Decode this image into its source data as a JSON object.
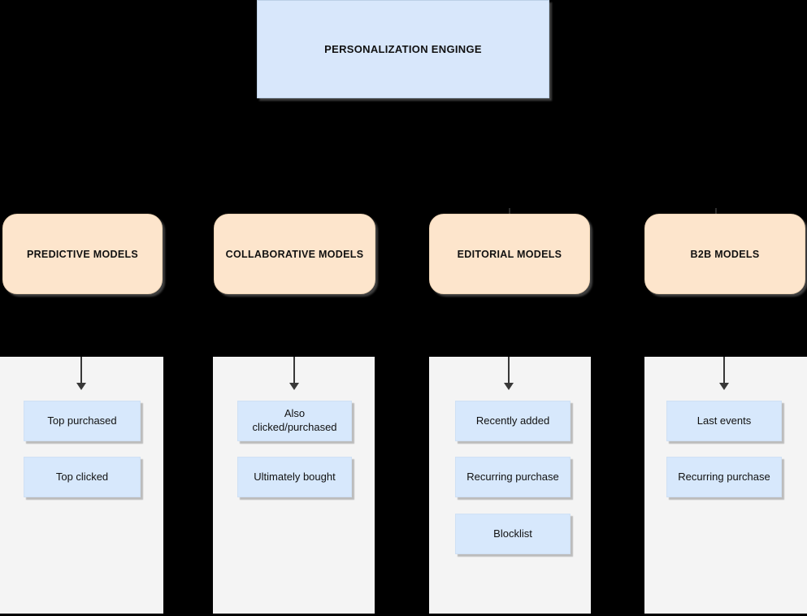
{
  "diagram": {
    "root_label": "PERSONALIZATION ENGINGE",
    "columns": [
      {
        "title": "PREDICTIVE MODELS",
        "children": [
          "Top purchased",
          "Top clicked"
        ]
      },
      {
        "title": "COLLABORATIVE MODELS",
        "children": [
          "Also clicked/purchased",
          "Ultimately bought"
        ]
      },
      {
        "title": "EDITORIAL MODELS",
        "children": [
          "Recently added",
          "Recurring purchase",
          "Blocklist"
        ]
      },
      {
        "title": "B2B MODELS",
        "children": [
          "Last events",
          "Recurring purchase"
        ]
      }
    ],
    "colors": {
      "background": "#000000",
      "root_fill": "#d8e7fb",
      "category_fill": "#fde5cc",
      "child_fill": "#d7e8fc",
      "panel_fill": "#f4f4f4",
      "connector": "#383838"
    }
  }
}
